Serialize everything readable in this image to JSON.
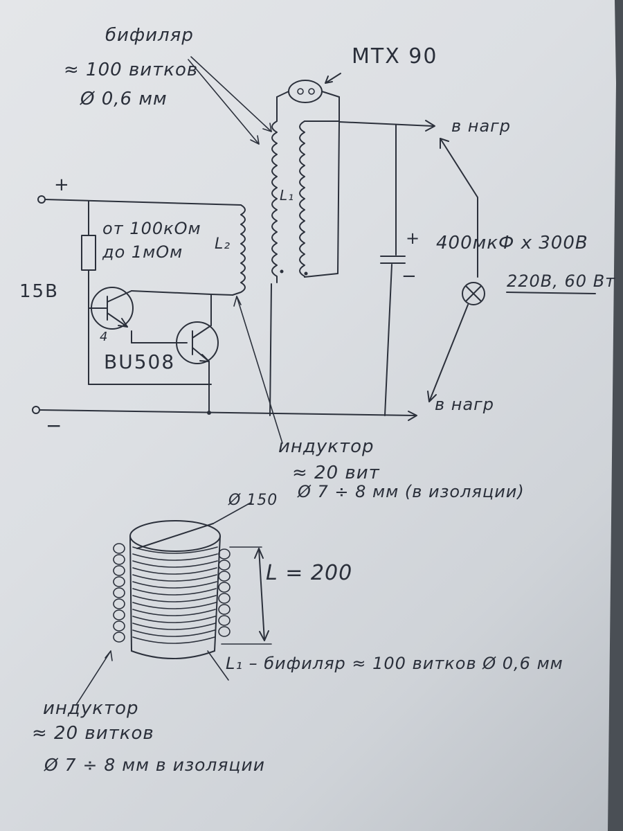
{
  "labels": {
    "bifilar_title": "бифиляр",
    "bifilar_turns": "≈ 100 витков",
    "bifilar_wire": "Ø 0,6 мм",
    "transformer": "МТХ 90",
    "to_load_top": "в нагр",
    "to_load_bottom": "в нагр",
    "plus": "+",
    "minus": "−",
    "supply_voltage": "15В",
    "resistor_from": "от 100кОм",
    "resistor_to": "до 1мОм",
    "coil_l2": "L₂",
    "coil_l1": "L₁",
    "capacitor_plus": "+",
    "capacitor_minus": "−",
    "capacitor_value": "400мкФ х 300В",
    "lamp_rating": "220В, 60 Вт",
    "transistor_count": "4",
    "transistor_type": "BU508",
    "inductor_title": "индуктор",
    "inductor_turns": "≈ 20 вит",
    "inductor_wire": "Ø 7 ÷ 8 мм (в изоляции)",
    "coil_diameter": "Ø 150",
    "coil_length": "L = 200",
    "l1_note": "L₁ – бифиляр ≈ 100 витков Ø 0,6 мм",
    "inductor_title_2": "индуктор",
    "inductor_turns_2": "≈ 20 витков",
    "inductor_wire_2": "Ø 7 ÷ 8 мм в изоляции"
  },
  "colors": {
    "paper": "#dfe2e6",
    "ink": "#2b303b"
  }
}
